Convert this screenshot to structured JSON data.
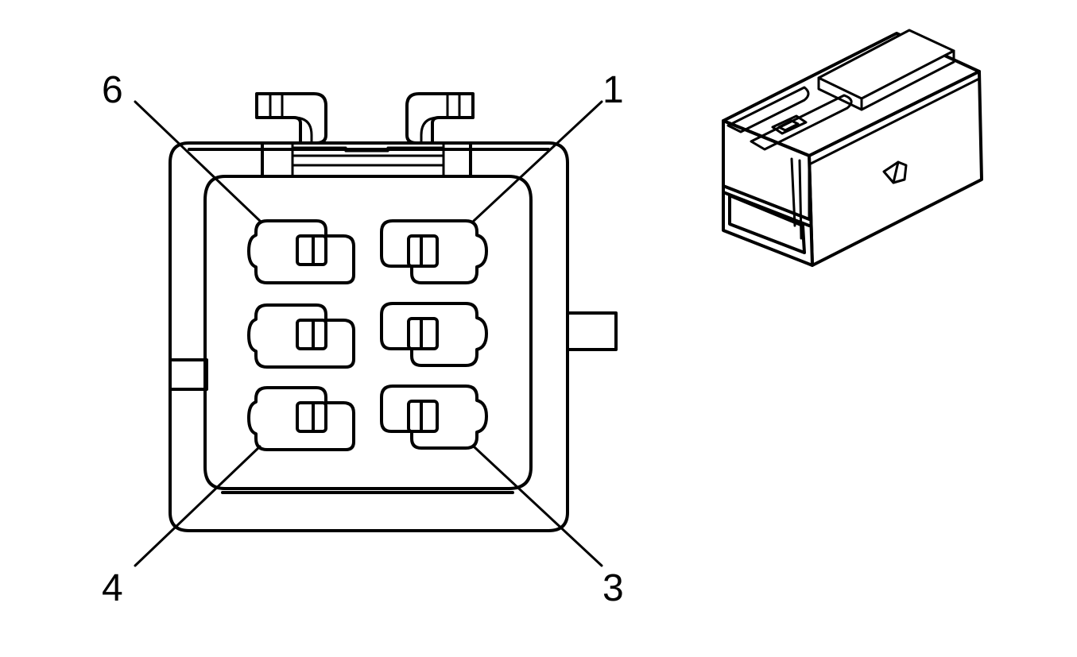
{
  "diagram": {
    "pin_labels": [
      {
        "id": "pin-6",
        "text": "6"
      },
      {
        "id": "pin-1",
        "text": "1"
      },
      {
        "id": "pin-4",
        "text": "4"
      },
      {
        "id": "pin-3",
        "text": "3"
      }
    ]
  }
}
